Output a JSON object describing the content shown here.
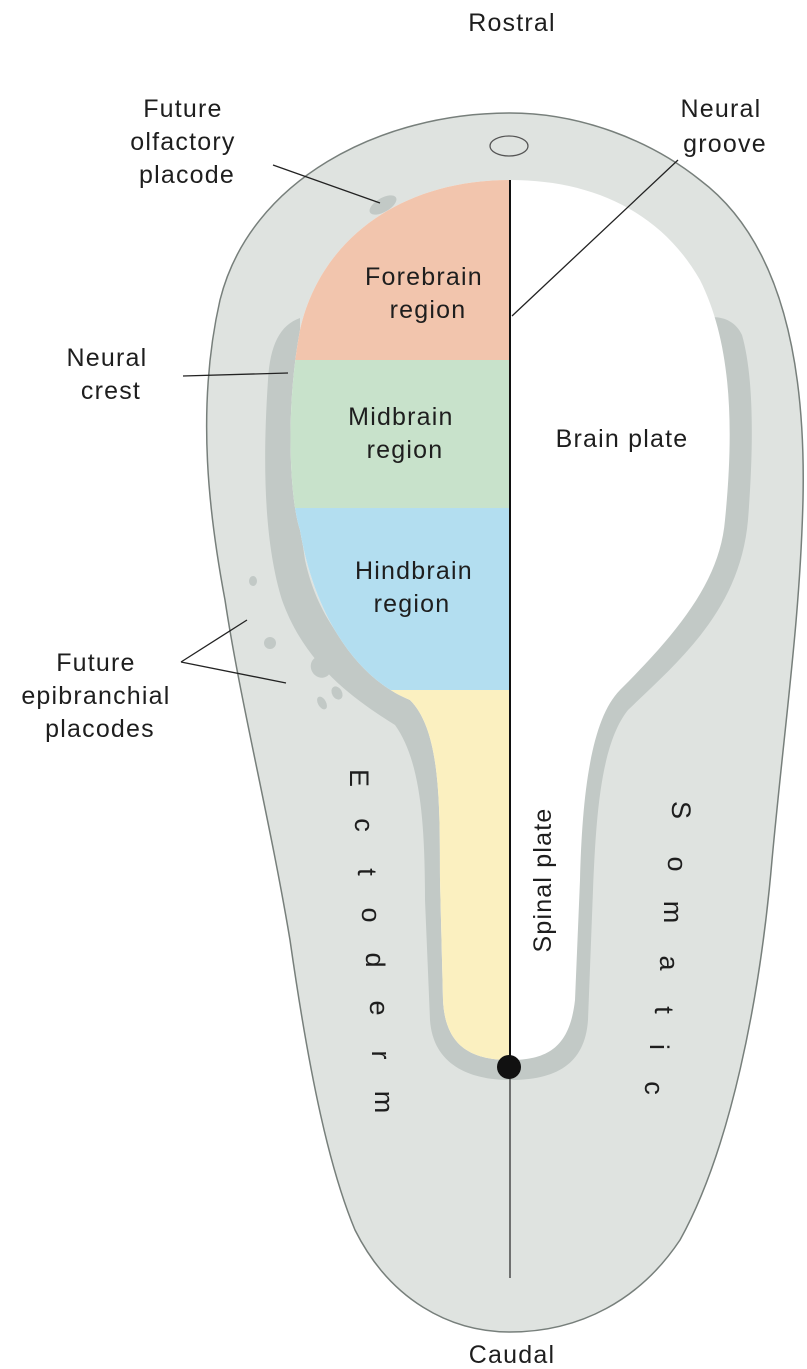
{
  "orientation": {
    "top": "Rostral",
    "bottom": "Caudal"
  },
  "labels": {
    "olfactory": [
      "Future",
      "olfactory",
      "placode"
    ],
    "neural_groove": [
      "Neural",
      "groove"
    ],
    "neural_crest": [
      "Neural",
      "crest"
    ],
    "epibranchial": [
      "Future",
      "epibranchial",
      "placodes"
    ]
  },
  "regions": {
    "forebrain": {
      "lines": [
        "Forebrain",
        "region"
      ],
      "color": "#f2c5ad"
    },
    "midbrain": {
      "lines": [
        "Midbrain",
        "region"
      ],
      "color": "#c8e2cb"
    },
    "hindbrain": {
      "lines": [
        "Hindbrain",
        "region"
      ],
      "color": "#b3def0"
    },
    "spinal": {
      "color": "#fbf0c0"
    }
  },
  "plates": {
    "brain": "Brain plate",
    "spinal": "Spinal plate"
  },
  "ectoderm_letters": [
    "E",
    "c",
    "t",
    "o",
    "d",
    "e",
    "r",
    "m"
  ],
  "somatic_letters": [
    "S",
    "o",
    "m",
    "a",
    "t",
    "i",
    "c"
  ],
  "colors": {
    "ectoderm": "#dfe3e0",
    "crest": "#c2c9c6",
    "plate": "#ffffff",
    "outline": "#777f7b"
  }
}
